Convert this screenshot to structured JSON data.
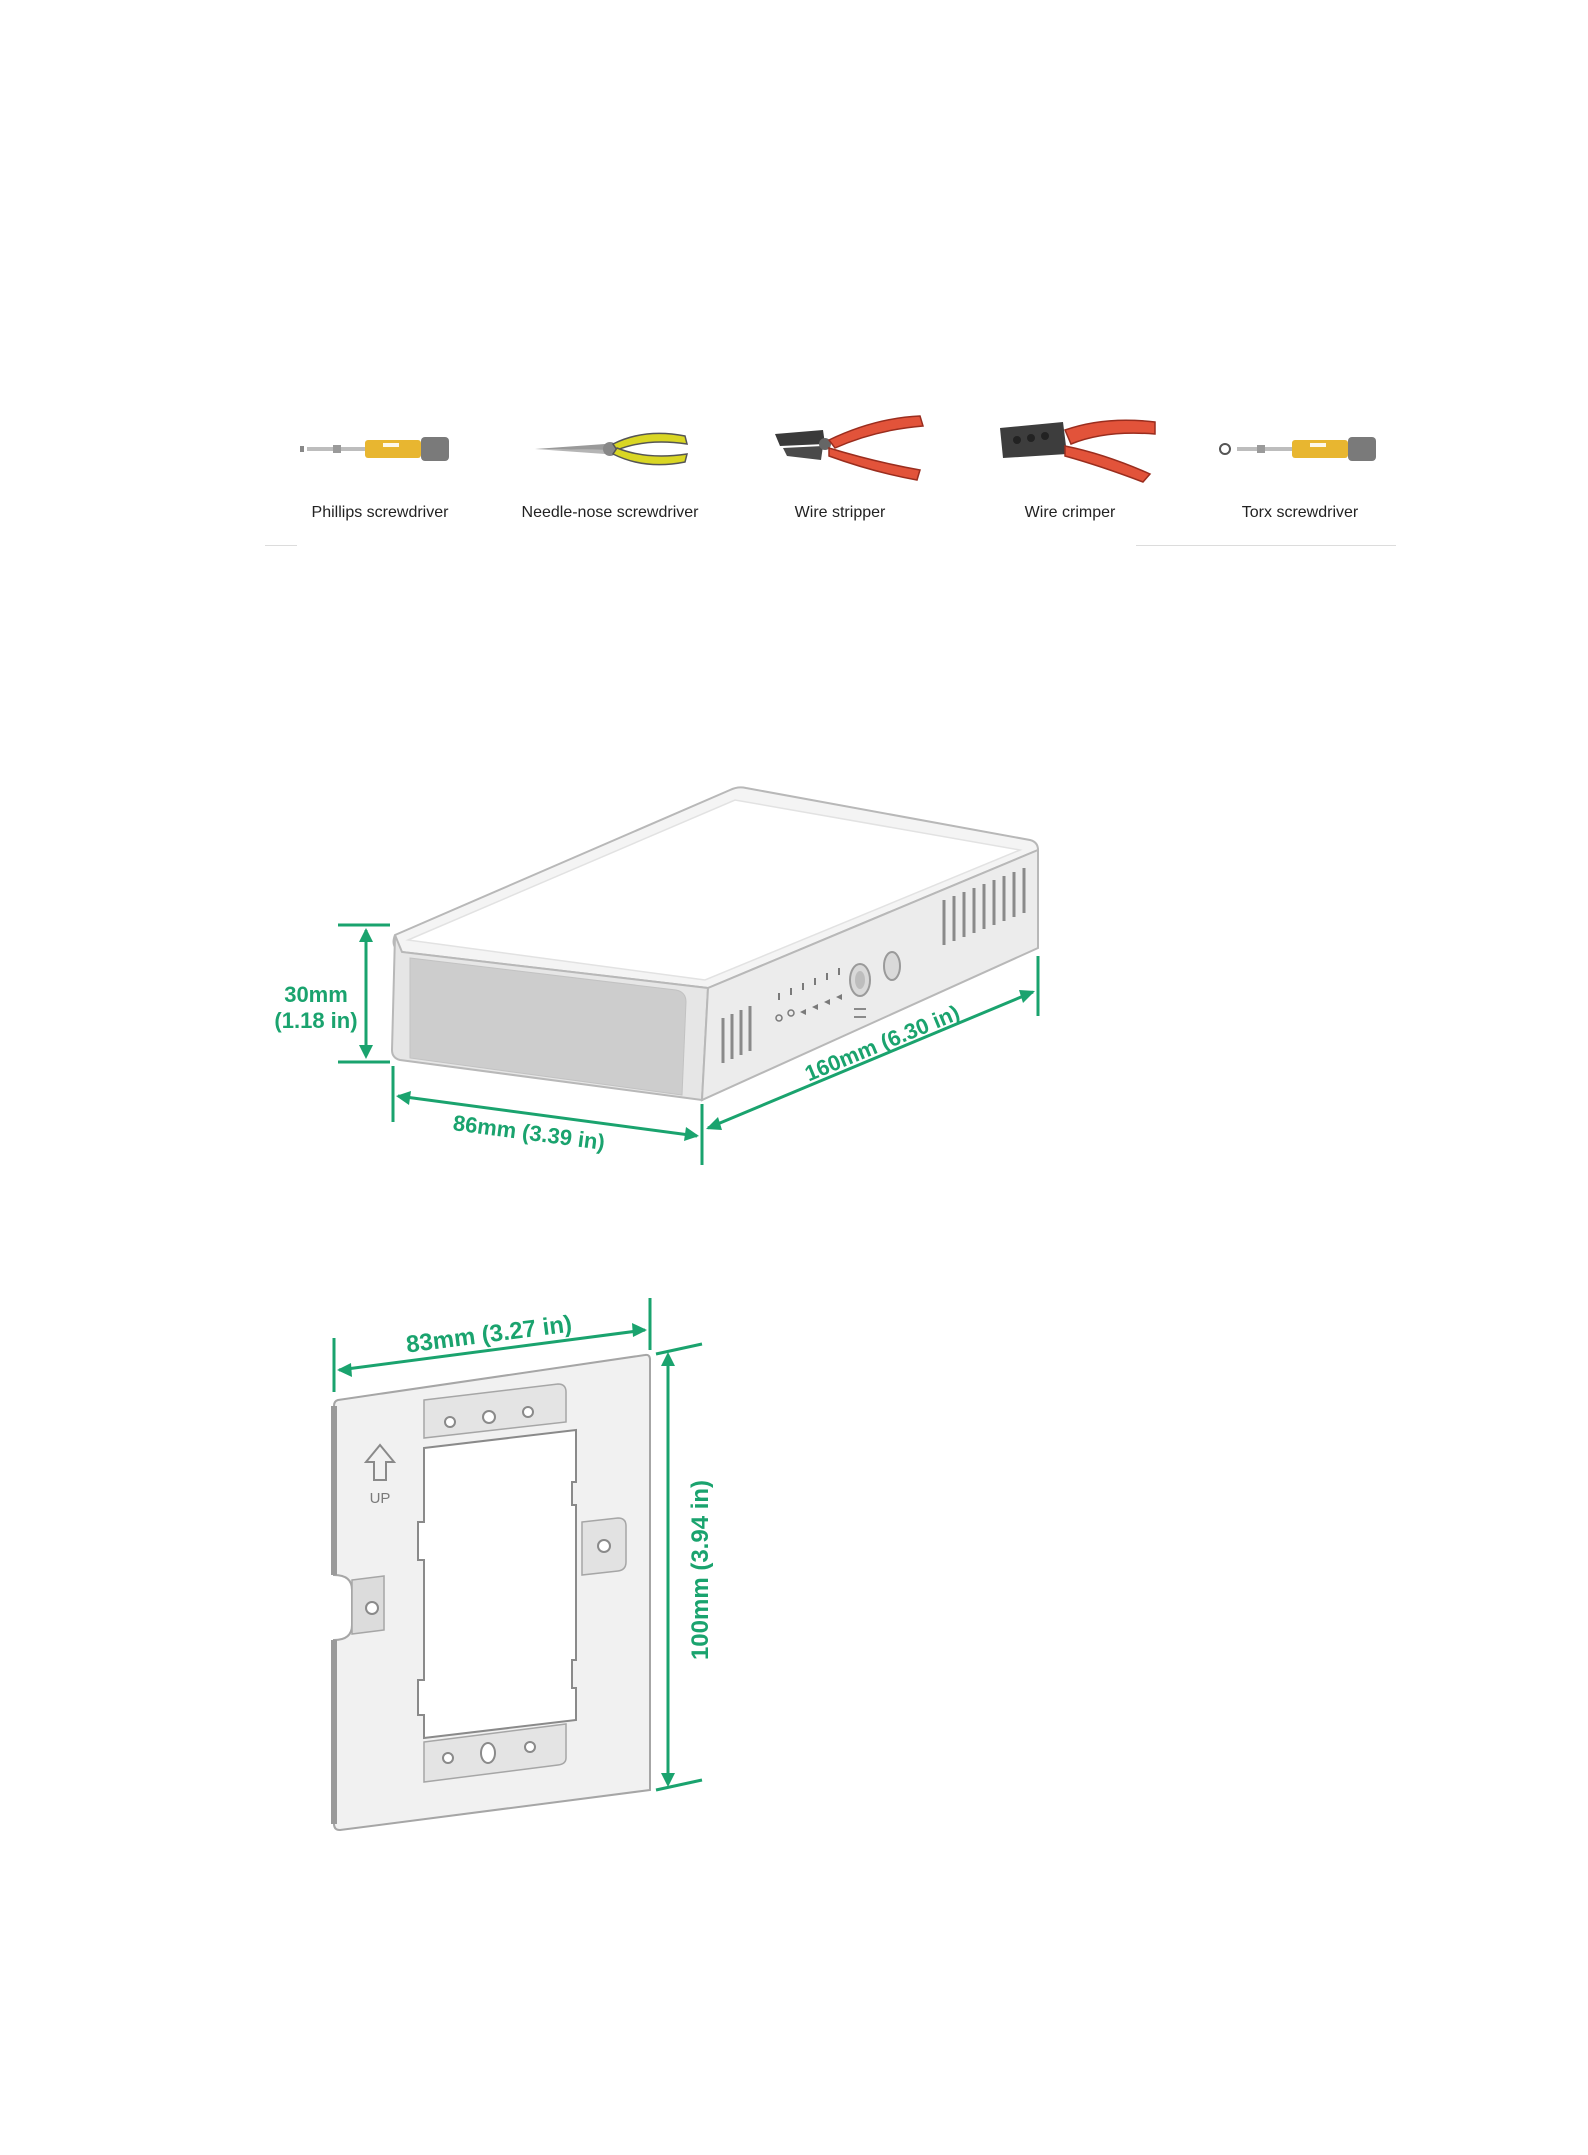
{
  "tools": [
    {
      "label": "Phillips  screwdriver",
      "icon": "phillips-screwdriver-icon"
    },
    {
      "label": "Needle-nose  screwdriver",
      "icon": "needle-nose-icon"
    },
    {
      "label": "Wire stripper",
      "icon": "wire-stripper-icon"
    },
    {
      "label": "Wire crimper",
      "icon": "wire-crimper-icon"
    },
    {
      "label": "Torx  screwdriver",
      "icon": "torx-screwdriver-icon"
    }
  ],
  "device": {
    "height_mm": "30mm",
    "height_in": "(1.18 in)",
    "width": "86mm (3.39 in)",
    "length": "160mm (6.30 in)"
  },
  "plate": {
    "width": "83mm (3.27 in)",
    "height": "100mm (3.94 in)",
    "up_label": "UP"
  },
  "colors": {
    "dimension": "#1aa36e",
    "tool_yellow": "#e8b630",
    "tool_grey": "#7a7a7a",
    "handle_red": "#e2533a",
    "plier_yellow": "#d9d624"
  }
}
